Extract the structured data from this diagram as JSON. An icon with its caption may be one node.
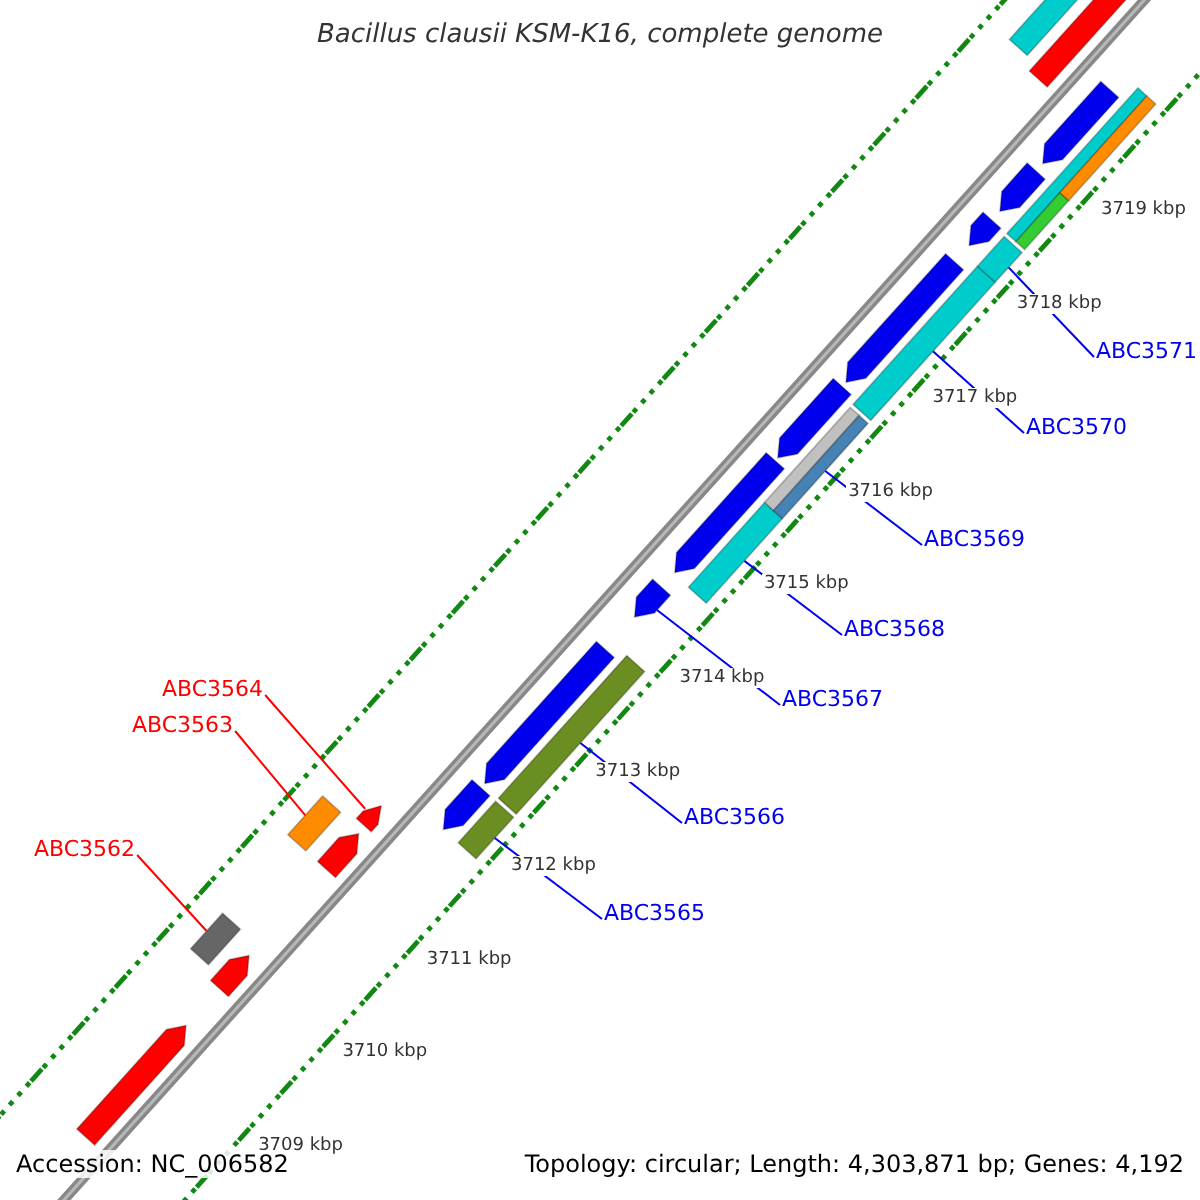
{
  "diagram": {
    "title": "Bacillus clausii KSM-K16, complete genome",
    "nodes": [
      {
        "text": [
          "ABC3562"
        ]
      },
      {
        "text": [
          "ABC3563"
        ]
      },
      {
        "text": [
          "ABC3564"
        ]
      },
      {
        "text": [
          "ABC3565"
        ]
      },
      {
        "text": [
          "ABC3566"
        ]
      },
      {
        "text": [
          "ABC3567"
        ]
      },
      {
        "text": [
          "ABC3568"
        ]
      },
      {
        "text": [
          "ABC3569"
        ]
      },
      {
        "text": [
          "ABC3570"
        ]
      },
      {
        "text": [
          "ABC3571"
        ]
      },
      {
        "text": [],
        "shape": "arrow"
      },
      {
        "text": [],
        "shape": "arrow"
      },
      {
        "text": [],
        "shape": "bar"
      },
      {
        "text": [],
        "shape": "bar"
      },
      {
        "text": [],
        "shape": "arrow"
      },
      {
        "text": [],
        "shape": "arrow"
      },
      {
        "text": [],
        "shape": "arrow"
      },
      {
        "text": [],
        "shape": "bar"
      },
      {
        "text": [],
        "shape": "bar"
      },
      {
        "text": [],
        "shape": "arrow"
      },
      {
        "text": [],
        "shape": "arrow"
      },
      {
        "text": [],
        "shape": "bar"
      },
      {
        "text": [],
        "shape": "arrow"
      },
      {
        "text": [],
        "shape": "bar"
      },
      {
        "text": [],
        "shape": "arrow"
      },
      {
        "text": [],
        "shape": "bar"
      },
      {
        "text": [],
        "shape": "arrow"
      },
      {
        "text": [],
        "shape": "bar"
      },
      {
        "text": [],
        "shape": "arrow"
      },
      {
        "text": [],
        "shape": "bar"
      },
      {
        "text": [],
        "shape": "arrow"
      },
      {
        "text": [],
        "shape": "arrow"
      },
      {
        "text": [],
        "shape": "arrow"
      },
      {
        "text": [],
        "shape": "bar"
      }
    ],
    "edges": [
      {
        "from": 0,
        "to": 12,
        "arrow": "none",
        "color": "#ff0000"
      },
      {
        "from": 1,
        "to": 13,
        "arrow": "none",
        "color": "#ff0000"
      },
      {
        "from": 2,
        "to": 15,
        "arrow": "none",
        "color": "#ff0000"
      },
      {
        "from": 3,
        "to": 17,
        "arrow": "none"
      },
      {
        "from": 4,
        "to": 18,
        "arrow": "none"
      },
      {
        "from": 5,
        "to": 20,
        "arrow": "none"
      },
      {
        "from": 6,
        "to": 21,
        "arrow": "none"
      },
      {
        "from": 7,
        "to": 23,
        "arrow": "none"
      },
      {
        "from": 8,
        "to": 25,
        "arrow": "none"
      },
      {
        "from": 9,
        "to": 27,
        "arrow": "none"
      }
    ],
    "labels": [
      "3709 kbp",
      "3710 kbp",
      "3711 kbp",
      "3712 kbp",
      "3713 kbp",
      "3714 kbp",
      "3715 kbp",
      "3716 kbp",
      "3717 kbp",
      "3718 kbp",
      "3719 kbp",
      "Accession: NC_006582",
      "Topology: circular; Length: 4,303,871 bp; Genes: 4,192"
    ]
  }
}
